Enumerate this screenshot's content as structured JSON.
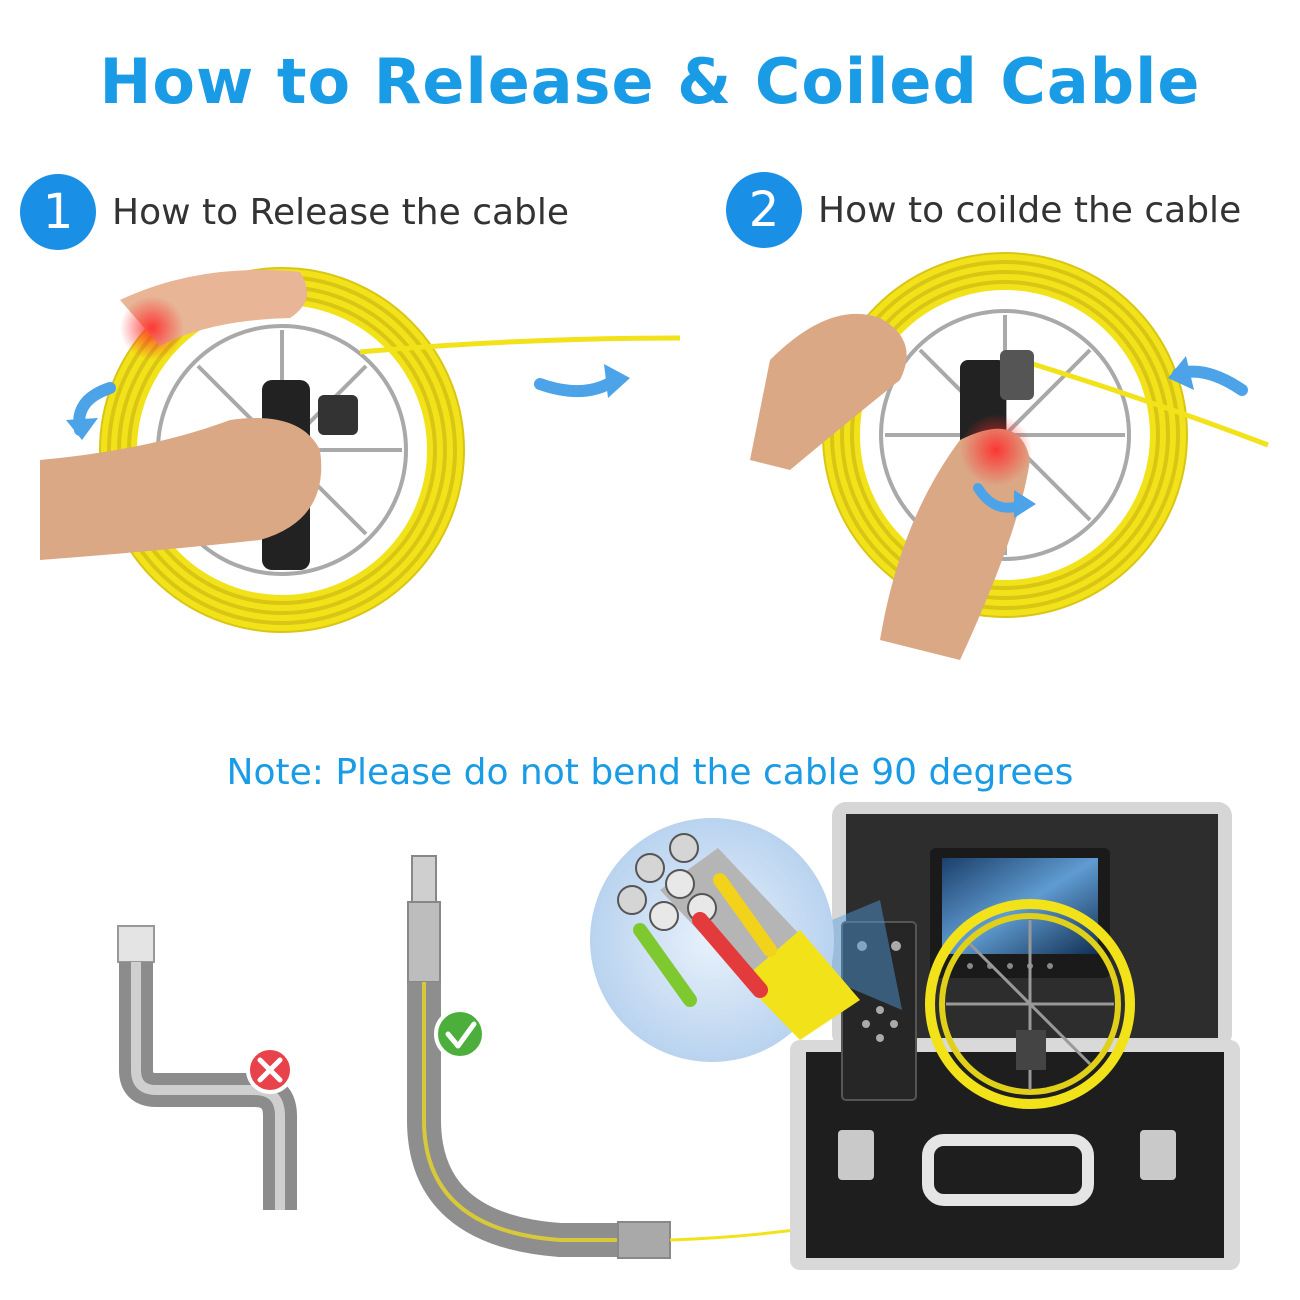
{
  "title": "How to Release & Coiled Cable",
  "steps": [
    {
      "number": "1",
      "label": "How to Release the cable"
    },
    {
      "number": "2",
      "label": "How to coilde the cable"
    }
  ],
  "note": "Note: Please do not bend the cable 90 degrees",
  "colors": {
    "accent": "#1a9be6",
    "cable": "#f2e21a",
    "wrong": "#e8424a",
    "correct": "#4caf3c"
  },
  "icons": [
    "cross-icon",
    "check-icon",
    "arrow-icon"
  ]
}
